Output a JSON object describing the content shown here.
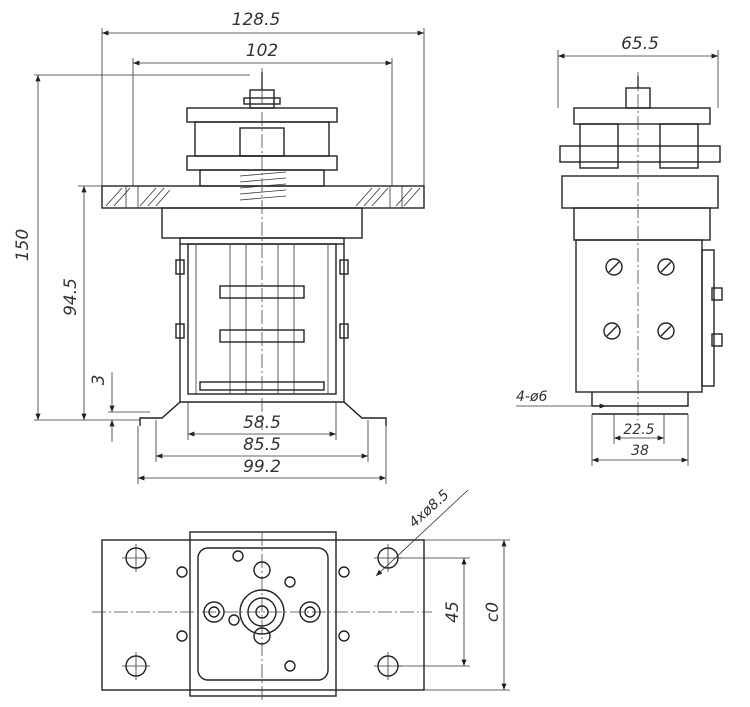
{
  "front_view": {
    "dim_width_overall": "128.5",
    "dim_width_inner": "102",
    "dim_height_total": "150",
    "dim_height_body": "94.5",
    "dim_foot_thickness": "3",
    "dim_base_inner": "58.5",
    "dim_base_mid": "85.5",
    "dim_base_outer": "99.2"
  },
  "side_view": {
    "dim_width_top": "65.5",
    "hole_note": "4-ø6",
    "dim_hole_spacing": "22.5",
    "dim_foot_width": "38"
  },
  "plan_view": {
    "hole_note": "4xø8.5",
    "dim_hole_spacing": "45",
    "dim_side": "c0"
  },
  "colors": {
    "line": "#222222",
    "text": "#333333",
    "background": "#ffffff"
  }
}
